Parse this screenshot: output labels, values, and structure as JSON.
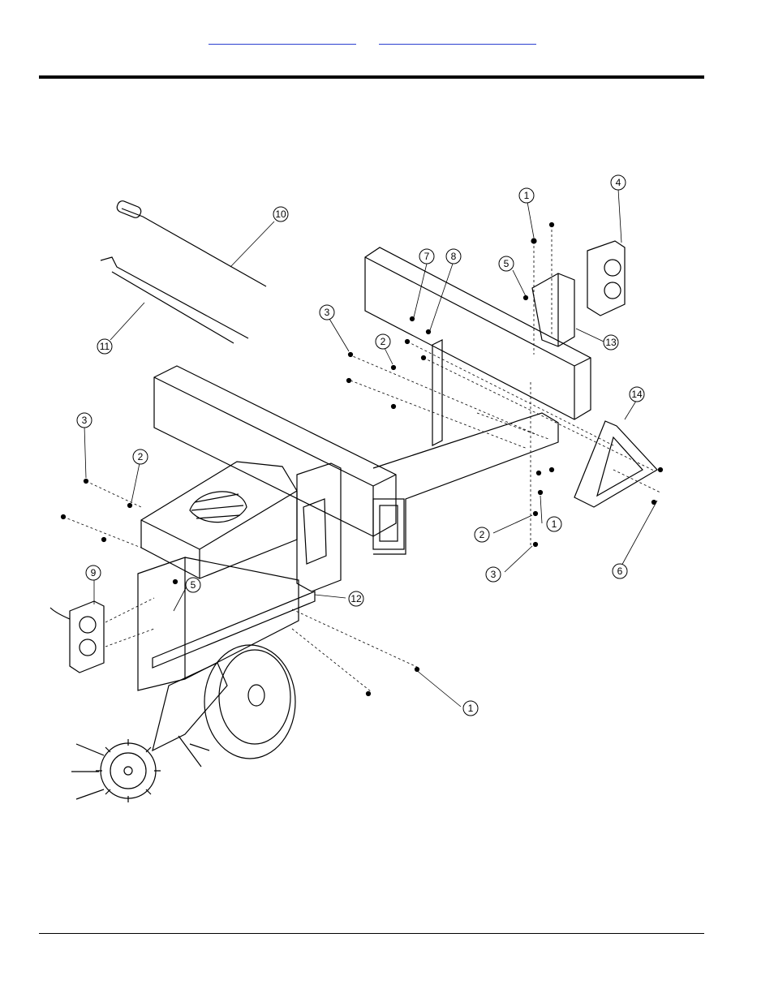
{
  "header": {
    "links": [
      {
        "label": ""
      },
      {
        "label": ""
      }
    ]
  },
  "drawing": {
    "callouts": [
      {
        "id": "c1a",
        "label": "1"
      },
      {
        "id": "c4",
        "label": "4"
      },
      {
        "id": "c10",
        "label": "10"
      },
      {
        "id": "c7",
        "label": "7"
      },
      {
        "id": "c8",
        "label": "8"
      },
      {
        "id": "c5a",
        "label": "5"
      },
      {
        "id": "c11",
        "label": "11"
      },
      {
        "id": "c3a",
        "label": "3"
      },
      {
        "id": "c2a",
        "label": "2"
      },
      {
        "id": "c13",
        "label": "13"
      },
      {
        "id": "c14",
        "label": "14"
      },
      {
        "id": "c3b",
        "label": "3"
      },
      {
        "id": "c2b",
        "label": "2"
      },
      {
        "id": "c1b",
        "label": "1"
      },
      {
        "id": "c2c",
        "label": "2"
      },
      {
        "id": "c3c",
        "label": "3"
      },
      {
        "id": "c6",
        "label": "6"
      },
      {
        "id": "c9",
        "label": "9"
      },
      {
        "id": "c5b",
        "label": "5"
      },
      {
        "id": "c12",
        "label": "12"
      },
      {
        "id": "c1c",
        "label": "1"
      }
    ]
  }
}
